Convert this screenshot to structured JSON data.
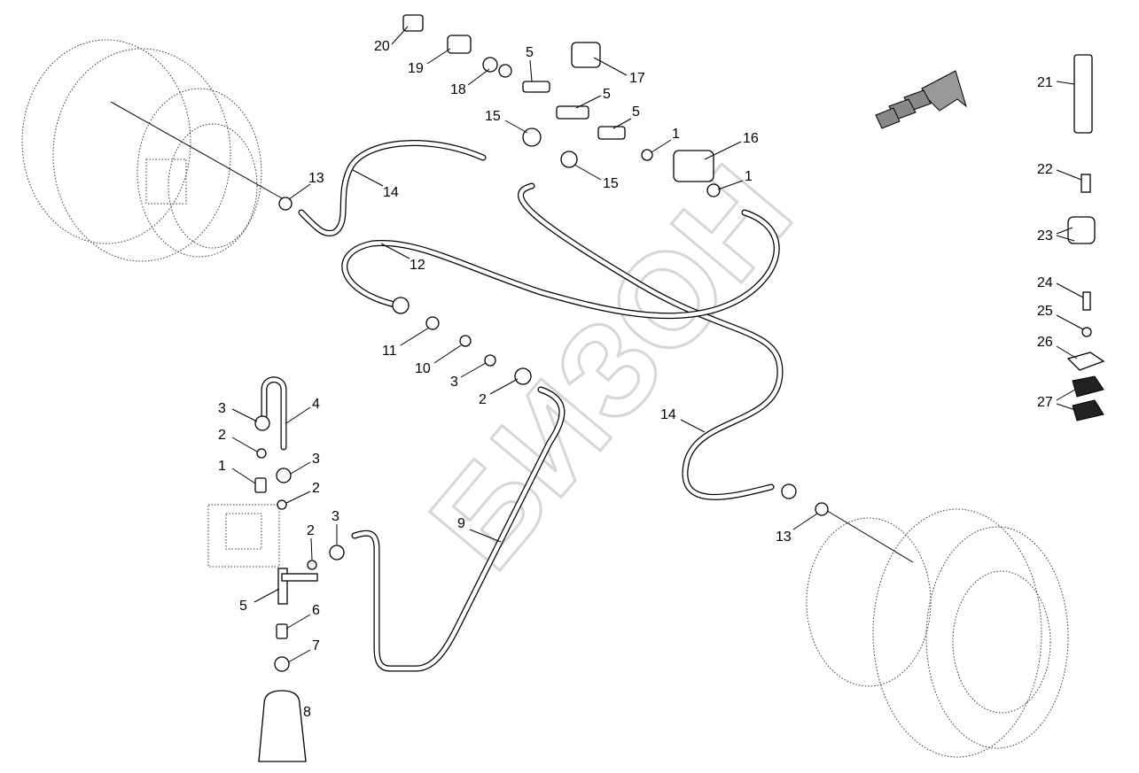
{
  "diagram": {
    "watermark": "БИЗОН",
    "direction_icon": "forward-arrow-icon",
    "labels": [
      "20",
      "19",
      "18",
      "5",
      "17",
      "5",
      "15",
      "5",
      "1",
      "16",
      "14",
      "13",
      "15",
      "1",
      "12",
      "11",
      "10",
      "3",
      "2",
      "4",
      "3",
      "2",
      "1",
      "3",
      "2",
      "3",
      "2",
      "9",
      "5",
      "6",
      "7",
      "8",
      "14",
      "13",
      "21",
      "22",
      "23",
      "24",
      "25",
      "26",
      "27"
    ]
  }
}
